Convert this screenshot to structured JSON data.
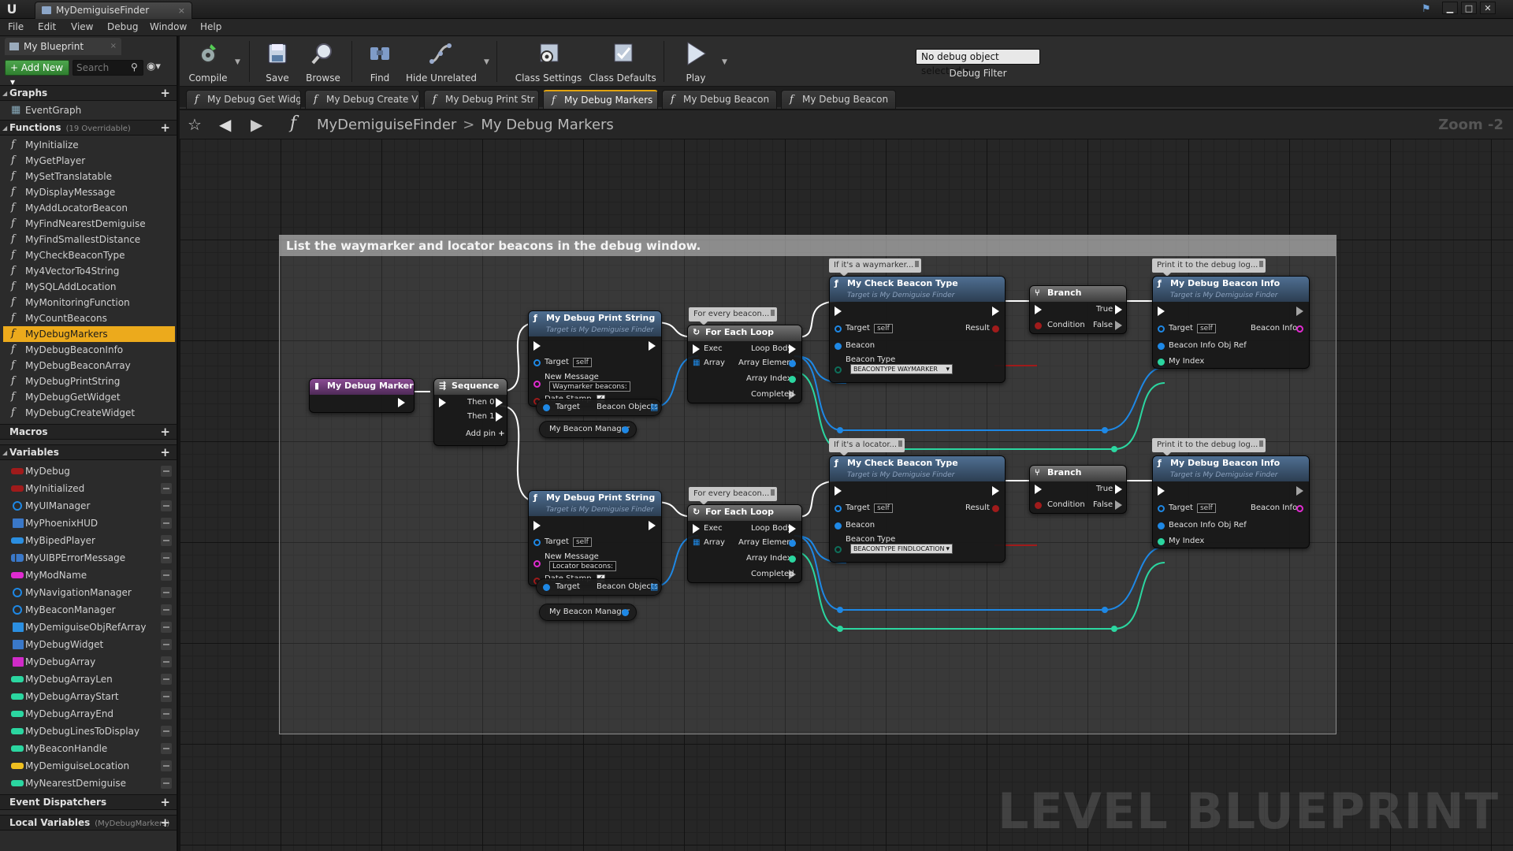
{
  "window": {
    "tab_title": "MyDemiguiseFinder",
    "tab_close": "×",
    "minimize": "▁",
    "maximize": "□",
    "close": "✕",
    "logo": "U"
  },
  "menu": [
    "File",
    "Edit",
    "View",
    "Debug",
    "Window",
    "Help"
  ],
  "left_panel": {
    "tab_title": "My Blueprint",
    "tab_close": "×",
    "add_new": "+ Add New ▾",
    "search_placeholder": "Search",
    "graphs": {
      "title": "Graphs",
      "items": [
        "EventGraph"
      ]
    },
    "functions": {
      "title": "Functions",
      "subtitle": "(19 Overridable)",
      "items": [
        "MyInitialize",
        "MyGetPlayer",
        "MySetTranslatable",
        "MyDisplayMessage",
        "MyAddLocatorBeacon",
        "MyFindNearestDemiguise",
        "MyFindSmallestDistance",
        "MyCheckBeaconType",
        "My4VectorTo4String",
        "MySQLAddLocation",
        "MyMonitoringFunction",
        "MyCountBeacons",
        "MyDebugMarkers",
        "MyDebugBeaconInfo",
        "MyDebugBeaconArray",
        "MyDebugPrintString",
        "MyDebugGetWidget",
        "MyDebugCreateWidget"
      ],
      "selected": "MyDebugMarkers"
    },
    "macros": {
      "title": "Macros"
    },
    "variables": {
      "title": "Variables",
      "items": [
        {
          "name": "MyDebug",
          "color": "#a01b1b",
          "shape": "bar"
        },
        {
          "name": "MyInitialized",
          "color": "#a01b1b",
          "shape": "bar"
        },
        {
          "name": "MyUIManager",
          "color": "#1e88e5",
          "shape": "ring"
        },
        {
          "name": "MyPhoenixHUD",
          "color": "#3a78c8",
          "shape": "grid"
        },
        {
          "name": "MyBipedPlayer",
          "color": "#2b8ee0",
          "shape": "bar"
        },
        {
          "name": "MyUIBPErrorMessage",
          "color": "#3a78c8",
          "shape": "split"
        },
        {
          "name": "MyModName",
          "color": "#e02bd0",
          "shape": "bar"
        },
        {
          "name": "MyNavigationManager",
          "color": "#1e88e5",
          "shape": "ring"
        },
        {
          "name": "MyBeaconManager",
          "color": "#1e88e5",
          "shape": "ring"
        },
        {
          "name": "MyDemiguiseObjRefArray",
          "color": "#2b8ee0",
          "shape": "grid"
        },
        {
          "name": "MyDebugWidget",
          "color": "#3a78c8",
          "shape": "grid"
        },
        {
          "name": "MyDebugArray",
          "color": "#d02bc8",
          "shape": "grid"
        },
        {
          "name": "MyDebugArrayLen",
          "color": "#2bd6a0",
          "shape": "bar"
        },
        {
          "name": "MyDebugArrayStart",
          "color": "#2bd6a0",
          "shape": "bar"
        },
        {
          "name": "MyDebugArrayEnd",
          "color": "#2bd6a0",
          "shape": "bar"
        },
        {
          "name": "MyDebugLinesToDisplay",
          "color": "#2bd6a0",
          "shape": "bar"
        },
        {
          "name": "MyBeaconHandle",
          "color": "#2bd6a0",
          "shape": "bar"
        },
        {
          "name": "MyDemiguiseLocation",
          "color": "#f0c020",
          "shape": "bar"
        },
        {
          "name": "MyNearestDemiguise",
          "color": "#2bd6a0",
          "shape": "bar"
        }
      ]
    },
    "event_dispatchers": {
      "title": "Event Dispatchers"
    },
    "local_variables": {
      "title": "Local Variables",
      "subtitle": "(MyDebugMarkers)"
    }
  },
  "toolbar": {
    "compile": "Compile",
    "save": "Save",
    "browse": "Browse",
    "find": "Find",
    "hide_unrelated": "Hide Unrelated",
    "class_settings": "Class Settings",
    "class_defaults": "Class Defaults",
    "play": "Play",
    "debug_object": "No debug object selected ▾",
    "debug_filter": "Debug Filter"
  },
  "graph_tabs": [
    "My Debug Get Widg",
    "My Debug Create V",
    "My Debug Print Str",
    "My Debug Markers",
    "My Debug Beacon",
    "My Debug Beacon"
  ],
  "graph_tab_active": "My Debug Markers",
  "breadcrumb": {
    "blueprint": "MyDemiguiseFinder",
    "separator": ">",
    "function": "My Debug Markers"
  },
  "graph": {
    "zoom": "Zoom -2",
    "watermark": "LEVEL BLUEPRINT",
    "comment": "List the waymarker and locator beacons in the debug window.",
    "entry_node": "My Debug Markers",
    "sequence": {
      "title": "Sequence",
      "then0": "Then 0",
      "then1": "Then 1",
      "add_pin": "Add pin"
    },
    "print_nodes": [
      {
        "title": "My Debug Print String",
        "subtitle": "Target is My Demiguise Finder",
        "target": "Target",
        "self": "self",
        "new_message_label": "New Message",
        "message": "Waymarker beacons:",
        "date_stamp": "Date Stamp"
      },
      {
        "title": "My Debug Print String",
        "subtitle": "Target is My Demiguise Finder",
        "target": "Target",
        "self": "self",
        "new_message_label": "New Message",
        "message": "Locator beacons:",
        "date_stamp": "Date Stamp"
      }
    ],
    "target_var": {
      "target": "Target",
      "beacon_objects": "Beacon Objects"
    },
    "beacon_manager": "My Beacon Manager",
    "for_each": {
      "title": "For Each Loop",
      "exec": "Exec",
      "array": "Array",
      "loop_body": "Loop Body",
      "array_element": "Array Element",
      "array_index": "Array Index",
      "completed": "Completed"
    },
    "for_each_comment": "For every beacon...",
    "check_nodes": [
      {
        "comment": "If it's a waymarker...",
        "title": "My Check Beacon Type",
        "subtitle": "Target is My Demiguise Finder",
        "target": "Target",
        "self": "self",
        "result": "Result",
        "beacon": "Beacon",
        "beacon_type": "Beacon Type",
        "enum_value": "BEACONTYPE WAYMARKER"
      },
      {
        "comment": "If it's a locator...",
        "title": "My Check Beacon Type",
        "subtitle": "Target is My Demiguise Finder",
        "target": "Target",
        "self": "self",
        "result": "Result",
        "beacon": "Beacon",
        "beacon_type": "Beacon Type",
        "enum_value": "BEACONTYPE FINDLOCATION"
      }
    ],
    "branch": {
      "title": "Branch",
      "condition": "Condition",
      "true": "True",
      "false": "False"
    },
    "info_nodes": {
      "comment": "Print it to the debug log...",
      "title": "My Debug Beacon Info",
      "subtitle": "Target is My Demiguise Finder",
      "target": "Target",
      "self": "self",
      "beacon_info": "Beacon Info",
      "beacon_info_obj_ref": "Beacon Info Obj Ref",
      "my_index": "My Index"
    }
  },
  "colors": {
    "selected": "#ecaa1c",
    "func_header": "#4f6f92",
    "event_header": "#8a4c93",
    "object_pin": "#1e88e5",
    "int_pin": "#2bd6a0",
    "bool_pin": "#a01b1b",
    "string_pin": "#e02bd0"
  }
}
